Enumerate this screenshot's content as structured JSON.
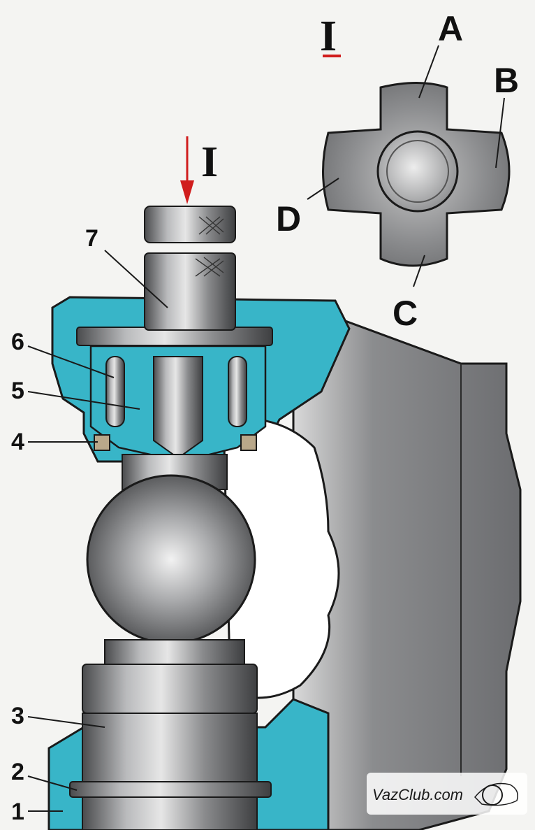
{
  "view_marker": "I",
  "arrow_label": "I",
  "callouts": [
    "1",
    "2",
    "3",
    "4",
    "5",
    "6",
    "7"
  ],
  "face_labels": [
    "A",
    "B",
    "C",
    "D"
  ],
  "watermark": "VazClub.com",
  "colors": {
    "housing": "#38b5c8",
    "metal": "#8e8f91",
    "arrow": "#d01d1d",
    "outline": "#1a1a1a",
    "background": "#f4f4f2"
  }
}
